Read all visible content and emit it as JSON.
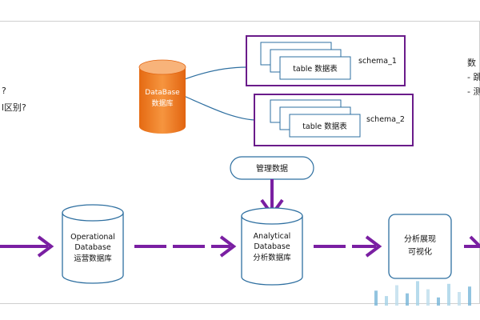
{
  "left_fragments": [
    "?",
    "l区别?"
  ],
  "right_fragments": [
    "数",
    "- 跳",
    "- 测"
  ],
  "database": {
    "line1": "DataBase",
    "line2": "数据库"
  },
  "schemas": [
    {
      "table_label": "table 数据表",
      "schema_label": "schema_1"
    },
    {
      "table_label": "table 数据表",
      "schema_label": "schema_2"
    }
  ],
  "manage": {
    "label": "管理数据"
  },
  "operational_db": {
    "line1": "Operational",
    "line2": "Database",
    "line3": "运营数据库"
  },
  "analytical_db": {
    "line1": "Analytical",
    "line2": "Database",
    "line3": "分析数据库"
  },
  "analysis_box": {
    "line1": "分析展现",
    "line2": "可视化"
  },
  "colors": {
    "arrow": "#7a1fa2",
    "schema_border": "#6a1b8a",
    "db_orange": "#f07a22",
    "db_top": "#f7b27a",
    "cylinder_border": "#2e6fa0",
    "box_fill": "#ffffff",
    "bars": [
      "#6db0d6",
      "#9fcfe6",
      "#b9dbeb"
    ]
  },
  "bar_levels": [
    0.55,
    0.35,
    0.75,
    0.45,
    0.9,
    0.6,
    0.3,
    0.8,
    0.5,
    0.7
  ]
}
